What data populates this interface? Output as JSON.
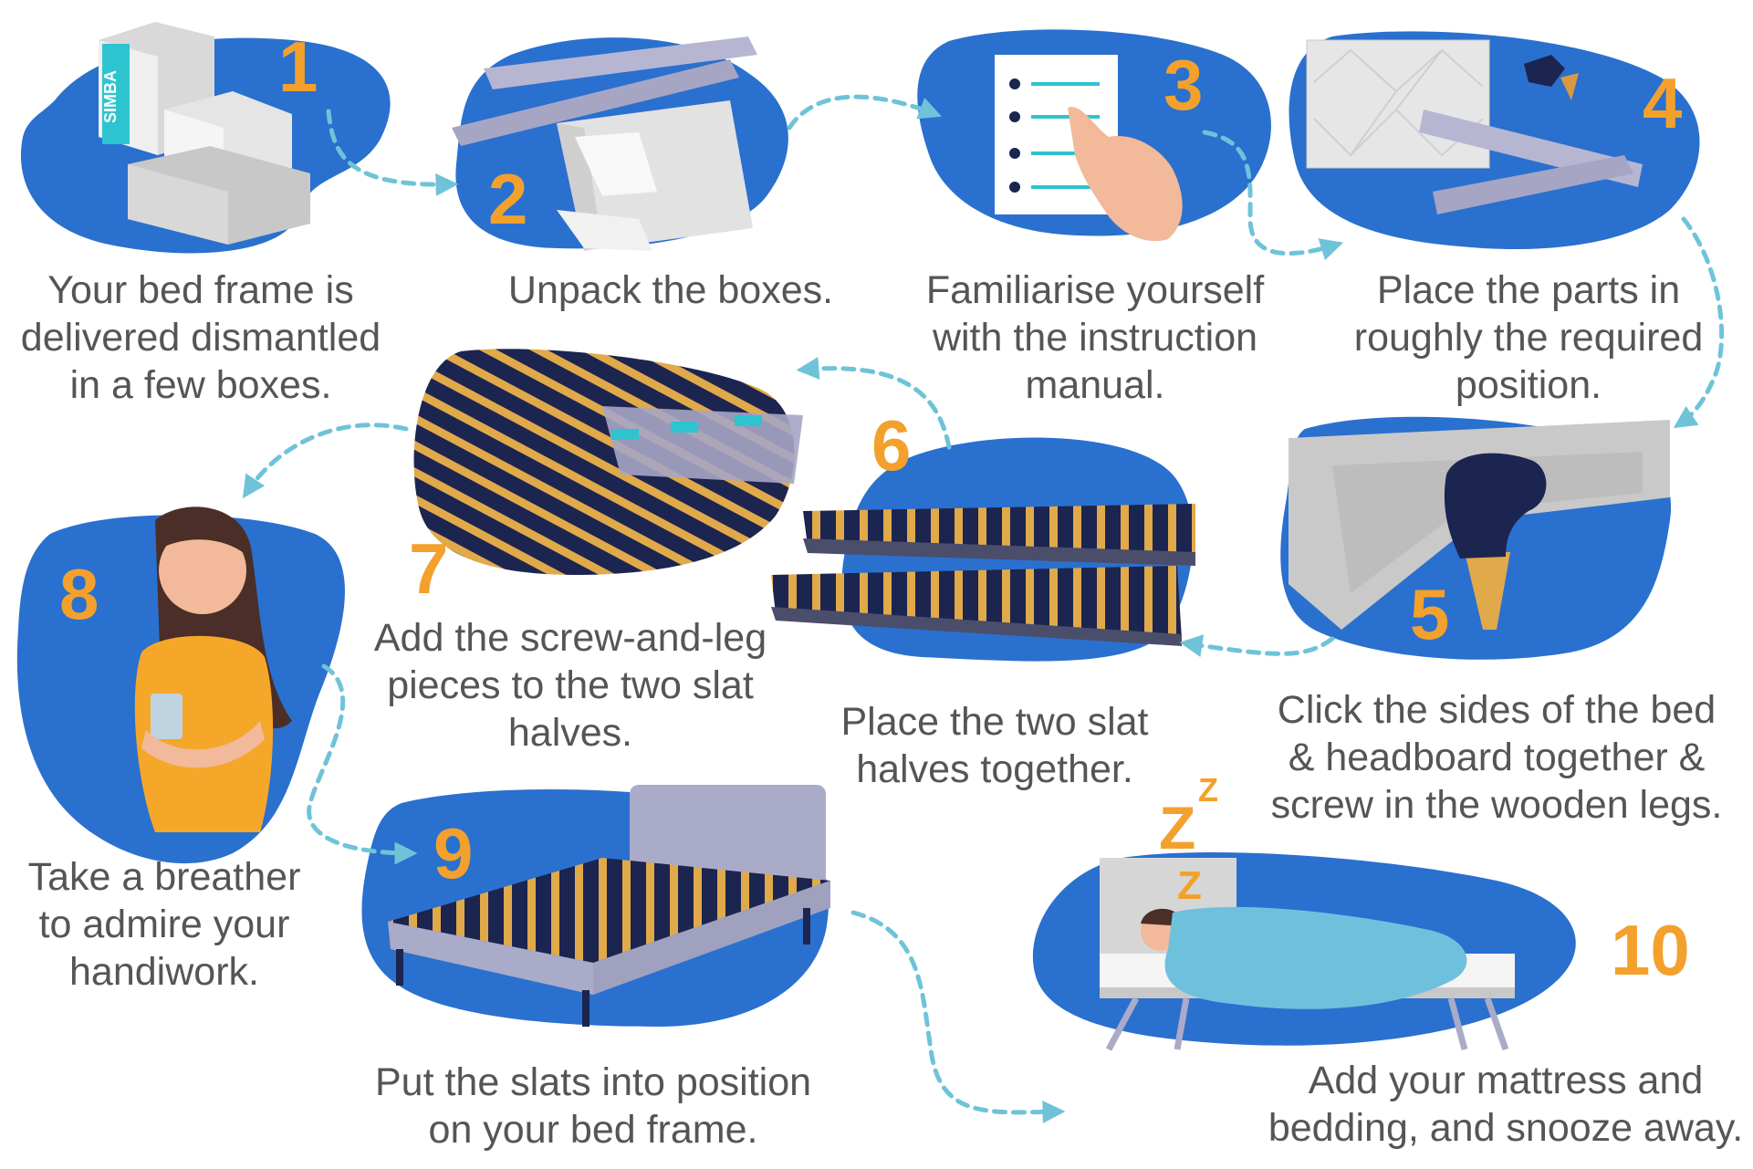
{
  "colors": {
    "blob": "#2a70cf",
    "number": "#f3a12c",
    "arrow": "#6fc3d8",
    "caption": "#555555",
    "slat_wood": "#e0a94a",
    "slat_dark": "#1c2550",
    "fabric": "#a9abc8",
    "box": "#dadada",
    "teal": "#2ec4cf"
  },
  "brand_label": "SIMBA",
  "steps": [
    {
      "number": "1",
      "caption": "Your bed frame is\ndelivered dismantled\nin a few boxes."
    },
    {
      "number": "2",
      "caption": "Unpack the boxes."
    },
    {
      "number": "3",
      "caption": "Familiarise yourself\nwith the instruction\nmanual."
    },
    {
      "number": "4",
      "caption": "Place the parts in\nroughly the required\nposition."
    },
    {
      "number": "5",
      "caption": "Click the sides of the bed\n& headboard together &\nscrew in the wooden legs."
    },
    {
      "number": "6",
      "caption": "Place the two slat\nhalves together."
    },
    {
      "number": "7",
      "caption": "Add the screw-and-leg\npieces to the two slat\nhalves."
    },
    {
      "number": "8",
      "caption": "Take a breather\nto admire your\nhandiwork."
    },
    {
      "number": "9",
      "caption": "Put the slats into position\non your bed frame."
    },
    {
      "number": "10",
      "caption": "Add your mattress and\nbedding, and snooze away."
    }
  ],
  "sleep_letters": [
    "Z",
    "Z",
    "Z"
  ]
}
